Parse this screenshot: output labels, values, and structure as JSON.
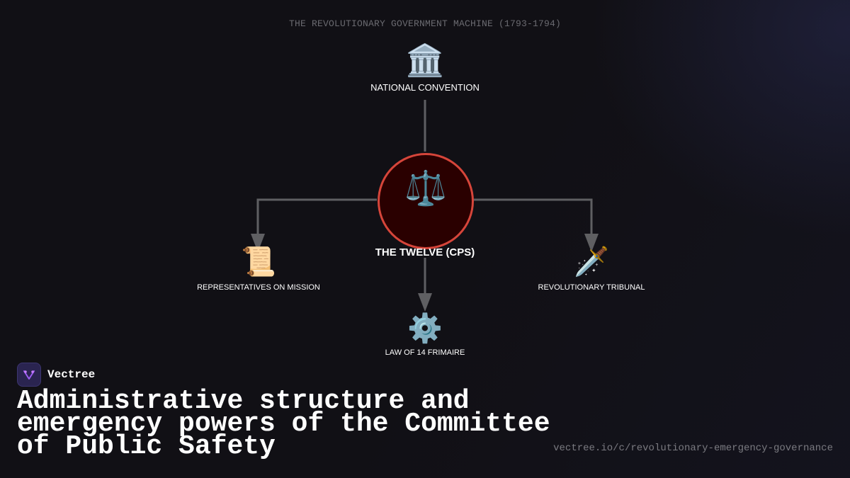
{
  "diagram": {
    "title": "THE REVOLUTIONARY GOVERNMENT MACHINE (1793-1794)",
    "nodes": {
      "convention": {
        "icon": "🏛️",
        "icon_name": "classical-building-icon",
        "label": "NATIONAL CONVENTION"
      },
      "center": {
        "icon": "⚖️",
        "icon_name": "scales-icon",
        "label": "THE TWELVE (CPS)"
      },
      "reps": {
        "icon": "📜",
        "icon_name": "scroll-icon",
        "label": "REPRESENTATIVES ON MISSION"
      },
      "tribunal": {
        "icon": "🗡️",
        "icon_name": "dagger-icon",
        "label": "REVOLUTIONARY TRIBUNAL"
      },
      "frimaire": {
        "icon": "⚙️",
        "icon_name": "gear-icon",
        "label": "LAW OF 14 FRIMAIRE"
      }
    },
    "edges": [
      {
        "from": "NATIONAL CONVENTION",
        "to": "THE TWELVE (CPS)"
      },
      {
        "from": "THE TWELVE (CPS)",
        "to": "REPRESENTATIVES ON MISSION"
      },
      {
        "from": "THE TWELVE (CPS)",
        "to": "REVOLUTIONARY TRIBUNAL"
      },
      {
        "from": "THE TWELVE (CPS)",
        "to": "LAW OF 14 FRIMAIRE"
      }
    ],
    "colors": {
      "background": "#111015",
      "circle_fill": "#2a0000",
      "circle_border": "#d6453a",
      "edge": "#5f5f62"
    }
  },
  "brand": {
    "name": "Vectree",
    "logo_icon": "vectree-logo-icon"
  },
  "headline": "Administrative structure and emergency powers of the Committee of Public Safety",
  "url": "vectree.io/c/revolutionary-emergency-governance"
}
